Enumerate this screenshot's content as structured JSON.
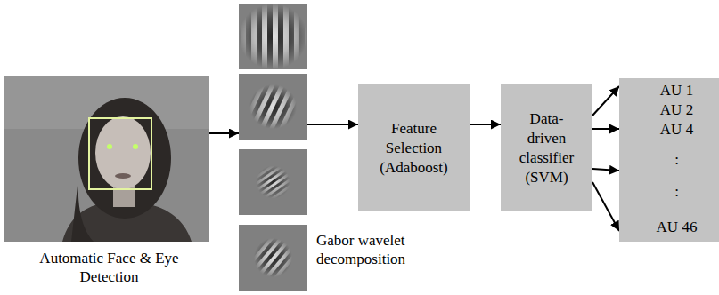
{
  "diagram": {
    "nodes": [
      {
        "text": [
          "Automatic Face & Eye Detection"
        ]
      },
      {
        "text": [
          "Gabor wavelet decomposition"
        ]
      },
      {
        "text": [
          "Feature Selection (Adaboost)"
        ]
      },
      {
        "text": [
          "Data-driven classifier (SVM)"
        ]
      },
      {
        "text": [
          "AU 1",
          "AU 2",
          "AU 4",
          ":",
          ":",
          "AU 46"
        ]
      }
    ],
    "edges": [
      {
        "from": 0,
        "to": 1,
        "arrow": "to"
      },
      {
        "from": 1,
        "to": 2,
        "arrow": "to"
      },
      {
        "from": 2,
        "to": 3,
        "arrow": "to"
      },
      {
        "from": 3,
        "to": 4,
        "arrow": "to"
      },
      {
        "from": 3,
        "to": 4,
        "arrow": "to"
      },
      {
        "from": 3,
        "to": 4,
        "arrow": "to"
      },
      {
        "from": 3,
        "to": 4,
        "arrow": "to"
      }
    ]
  }
}
